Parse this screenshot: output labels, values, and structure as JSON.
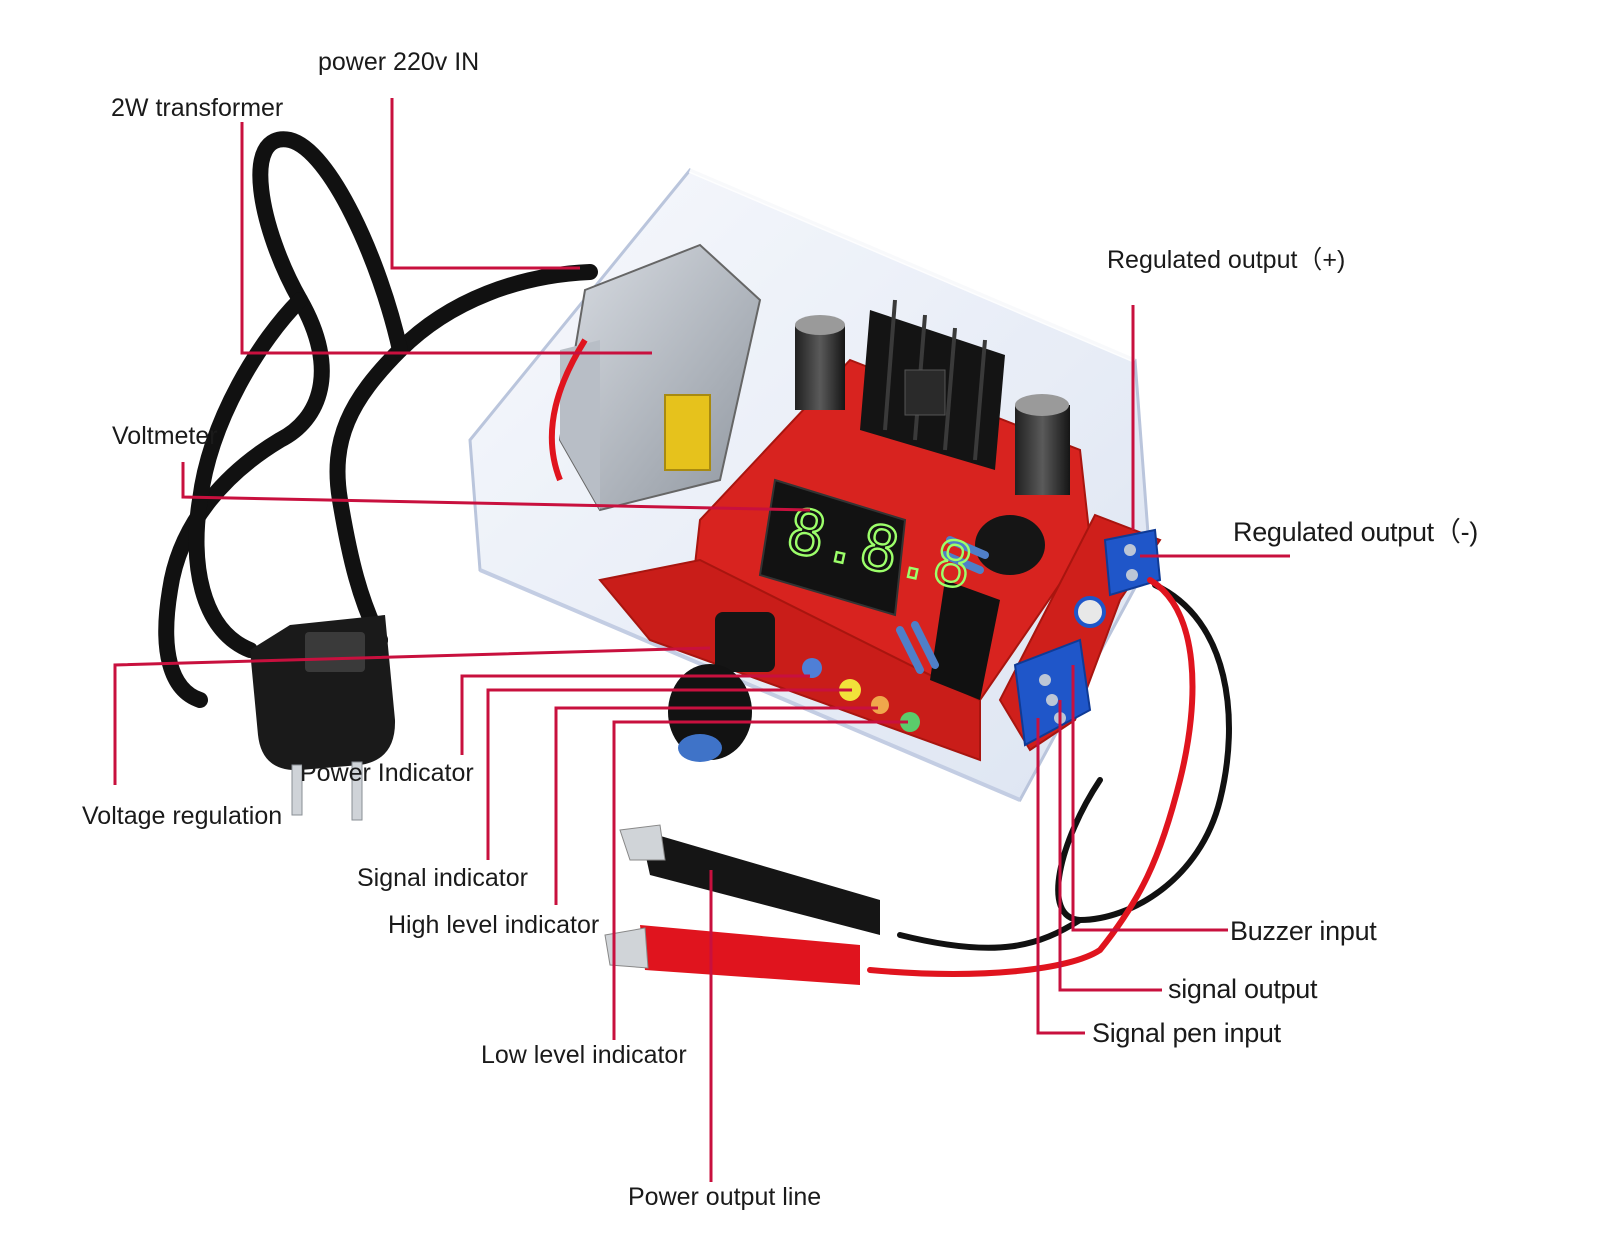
{
  "labels": {
    "power_in": "power 220v IN",
    "transformer": "2W transformer",
    "voltmeter": "Voltmeter",
    "regulated_plus": "Regulated output（+)",
    "regulated_minus": "Regulated output（-)",
    "voltage_regulation": "Voltage regulation",
    "power_indicator": "Power Indicator",
    "signal_indicator": "Signal indicator",
    "high_level_indicator": "High level indicator",
    "low_level_indicator": "Low level indicator",
    "power_output_line": "Power output line",
    "buzzer_input": "Buzzer input",
    "signal_output": "signal output",
    "signal_pen_input": "Signal pen input"
  },
  "display": {
    "digits": "8.8.8"
  },
  "colors": {
    "leader_line": "#c8103e",
    "pcb": "#d8231f",
    "pcb_dark": "#a8150f",
    "case": "#e8eef8",
    "cable": "#111111",
    "terminal_blue": "#1f56c9",
    "led_green": "#9cff6a",
    "wire_red": "#e0141e",
    "wire_black": "#111111"
  }
}
